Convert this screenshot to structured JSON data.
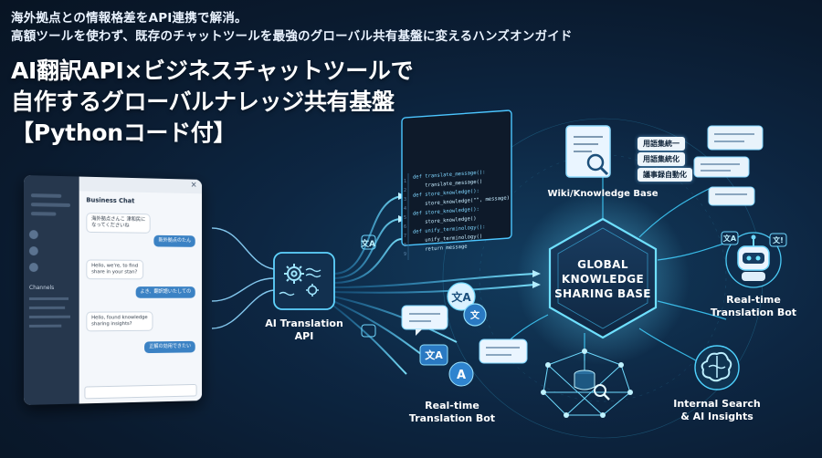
{
  "header": {
    "lede_line1": "海外拠点との情報格差をAPI連携で解消。",
    "lede_line2": "高額ツールを使わず、既存のチャットツールを最強のグローバル共有基盤に変えるハンズオンガイド",
    "title_line1": "AI翻訳API×ビジネスチャットツールで",
    "title_line2": "自作するグローバルナレッジ共有基盤",
    "title_line3": "【Pythonコード付】"
  },
  "chat_window": {
    "title": "Business Chat",
    "channels_label": "Channels",
    "messages": [
      {
        "side": "left",
        "text": "海外拠点さんこ 津和民に\nなってくださいね"
      },
      {
        "side": "right",
        "text": "新外拠点のたん"
      },
      {
        "side": "left",
        "text": "Hello, we're, to find\nshare in your stan?"
      },
      {
        "side": "right",
        "text": "よき、翻訳語いたしての"
      },
      {
        "side": "left",
        "text": "Hello, found knowledge\nsharing insights?"
      },
      {
        "side": "right",
        "text": "正解の効用できたい"
      }
    ]
  },
  "code_lines": [
    "def translate_message():",
    "    translate_message()",
    "def store_knowledge():",
    "    store_knowledge(\"\", message)",
    "def store_knowledge():",
    "    store_knowledge()",
    "def unify_terminology():",
    "    unify_terminology()",
    "    return message"
  ],
  "labels": {
    "api": "AI Translation\nAPI",
    "wiki": "Wiki/Knowledge Base",
    "hub": "GLOBAL\nKNOWLEDGE\nSHARING BASE",
    "bot_right": "Real-time\nTranslation Bot",
    "bot_bottom": "Real-time\nTranslation Bot",
    "search": "Internal Search\n& AI Insights"
  },
  "wiki_tags": [
    "用語集統一",
    "用語集統化",
    "議事録自動化"
  ],
  "icons": [
    "gear-icon",
    "translate-icon",
    "document-search-icon",
    "robot-icon",
    "brain-icon",
    "database-search-icon",
    "chat-bubble-icon"
  ],
  "colors": {
    "accent": "#3fd0ff",
    "background": "#0b1a2e",
    "hub_fill": "#15314f"
  }
}
